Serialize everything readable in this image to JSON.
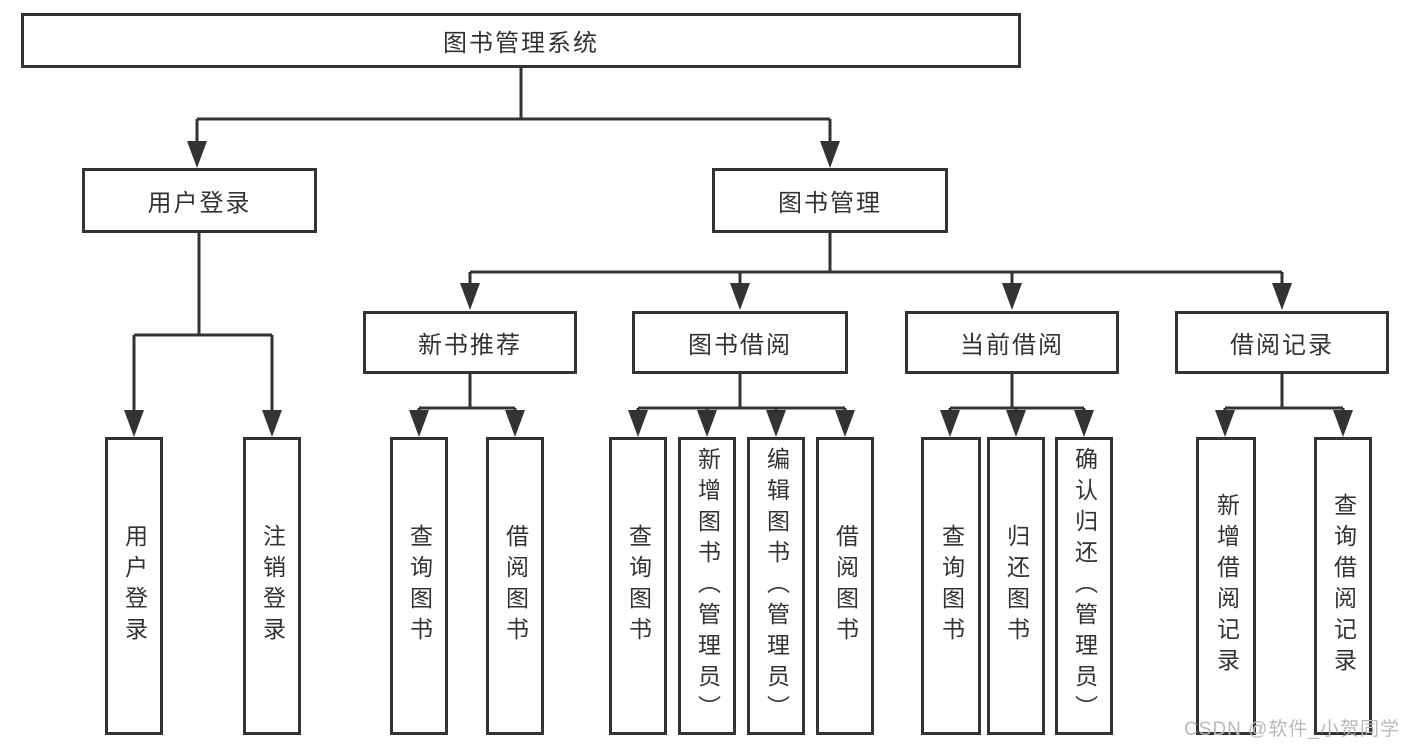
{
  "title": "图书管理系统",
  "colors": {
    "line": "#333333",
    "text": "#333333",
    "box_background": "#ffffff",
    "page_background": "#ffffff",
    "watermark": "#b9b9b9"
  },
  "watermark": {
    "text": "CSDN @软件_小贺同学"
  },
  "tree": {
    "label": "图书管理系统",
    "children": [
      {
        "label": "用户登录",
        "children": [
          {
            "label": "用户登录"
          },
          {
            "label": "注销登录"
          }
        ]
      },
      {
        "label": "图书管理",
        "children": [
          {
            "label": "新书推荐",
            "children": [
              {
                "label": "查询图书"
              },
              {
                "label": "借阅图书"
              }
            ]
          },
          {
            "label": "图书借阅",
            "children": [
              {
                "label": "查询图书"
              },
              {
                "label": "新增图书（管理员）"
              },
              {
                "label": "编辑图书（管理员）"
              },
              {
                "label": "借阅图书"
              }
            ]
          },
          {
            "label": "当前借阅",
            "children": [
              {
                "label": "查询图书"
              },
              {
                "label": "归还图书"
              },
              {
                "label": "确认归还（管理员）"
              }
            ]
          },
          {
            "label": "借阅记录",
            "children": [
              {
                "label": "新增借阅记录"
              },
              {
                "label": "查询借阅记录"
              }
            ]
          }
        ]
      }
    ]
  }
}
